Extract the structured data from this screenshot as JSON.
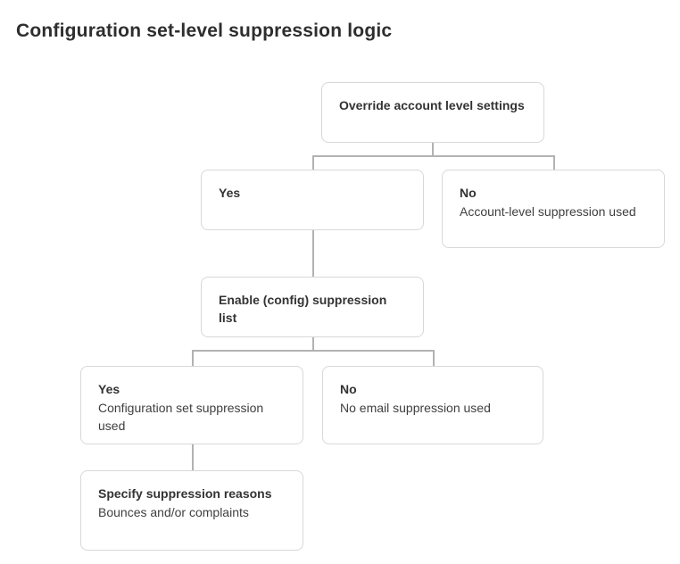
{
  "title": "Configuration set-level suppression logic",
  "flowchart": {
    "type": "flowchart",
    "nodes": [
      {
        "id": "override-account-level-settings",
        "label": "Override account level settings",
        "description": ""
      },
      {
        "id": "override-yes",
        "label": "Yes",
        "description": ""
      },
      {
        "id": "override-no",
        "label": "No",
        "description": "Account-level suppression used"
      },
      {
        "id": "enable-config-suppression-list",
        "label": "Enable (config) suppression list",
        "description": ""
      },
      {
        "id": "enable-yes",
        "label": "Yes",
        "description": "Configuration set suppression used"
      },
      {
        "id": "enable-no",
        "label": "No",
        "description": "No email suppression used"
      },
      {
        "id": "specify-suppression-reasons",
        "label": "Specify suppression reasons",
        "description": "Bounces and/or complaints"
      }
    ],
    "edges": [
      {
        "from": "override-account-level-settings",
        "to": "override-yes"
      },
      {
        "from": "override-account-level-settings",
        "to": "override-no"
      },
      {
        "from": "override-yes",
        "to": "enable-config-suppression-list"
      },
      {
        "from": "enable-config-suppression-list",
        "to": "enable-yes"
      },
      {
        "from": "enable-config-suppression-list",
        "to": "enable-no"
      },
      {
        "from": "enable-yes",
        "to": "specify-suppression-reasons"
      }
    ]
  },
  "colors": {
    "background": "#ffffff",
    "box_border": "#d8d8d8",
    "connector": "#b2b2b2",
    "title_text": "#2e2e2e",
    "label_text": "#333333",
    "body_text": "#3f3f3f"
  }
}
